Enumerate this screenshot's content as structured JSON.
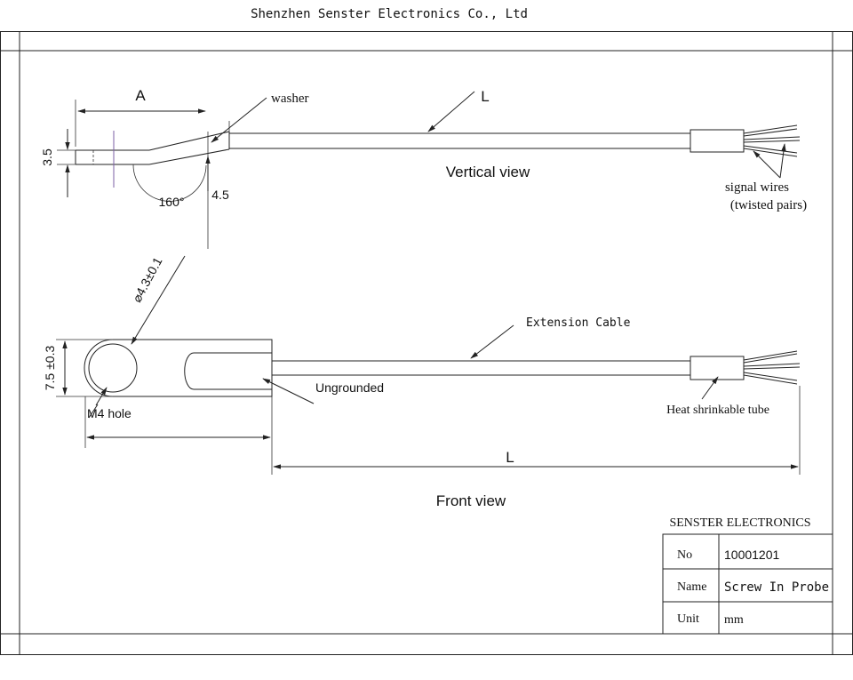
{
  "header": {
    "company": "Shenzhen Senster Electronics Co., Ltd"
  },
  "vertical_view": {
    "title": "Vertical view",
    "dim_a": "A",
    "dim_thickness": "3.5",
    "angle": "160°",
    "dim_offset": "4.5",
    "washer_label": "washer",
    "length_label": "L",
    "signal_wires_line1": "signal wires",
    "signal_wires_line2": "(twisted pairs)"
  },
  "front_view": {
    "title": "Front view",
    "hole_dia": "⌀4.3±0.1",
    "width_dim": "7.5 ±0.3",
    "hole_label": "M4 hole",
    "ungrounded_label": "Ungrounded",
    "extension_cable_label": "Extension Cable",
    "heat_shrink_label": "Heat shrinkable tube",
    "length_label": "L"
  },
  "title_block": {
    "company": "SENSTER ELECTRONICS",
    "rows": [
      {
        "label": "No",
        "value": "10001201"
      },
      {
        "label": "Name",
        "value": "Screw In Probe"
      },
      {
        "label": "Unit",
        "value": "mm"
      }
    ]
  }
}
